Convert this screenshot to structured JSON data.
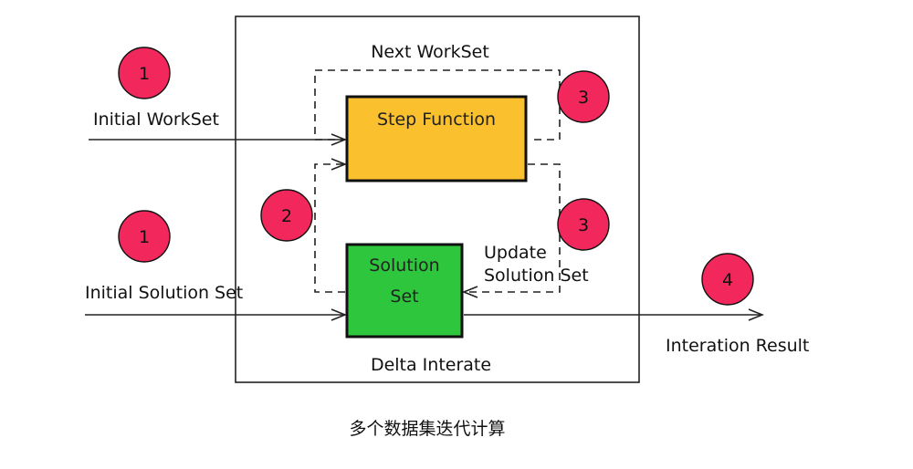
{
  "labels": {
    "next_workset": "Next WorkSet",
    "initial_workset": "Initial WorkSet",
    "initial_solution_set": "Initial Solution Set",
    "update_line1": "Update",
    "update_line2": "Solution Set",
    "iteration_result": "Interation Result",
    "delta_iterate": "Delta Interate",
    "caption": "多个数据集迭代计算"
  },
  "boxes": {
    "step_function": {
      "label": "Step Function",
      "color": "#fbc02d"
    },
    "solution_set": {
      "line1": "Solution",
      "line2": "Set",
      "color": "#2ec63c"
    }
  },
  "badges": {
    "initial_workset": "1",
    "initial_solution": "1",
    "feedback_left": "2",
    "next_workset": "3",
    "update_solution": "3",
    "result": "4"
  },
  "colors": {
    "badge": "#f2285c",
    "line": "#222222",
    "frame": "#222222"
  }
}
